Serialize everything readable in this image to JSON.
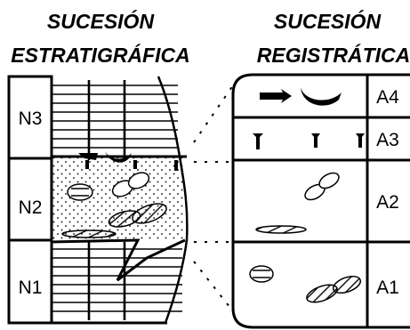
{
  "left_title": {
    "line1": "SUCESIÓN",
    "line2": "ESTRATIGRÁFICA"
  },
  "right_title": {
    "line1": "SUCESIÓN",
    "line2": "REGISTRÁTICA"
  },
  "stratigraphic_levels": [
    "N3",
    "N2",
    "N1"
  ],
  "record_levels": [
    "A4",
    "A3",
    "A2",
    "A1"
  ]
}
